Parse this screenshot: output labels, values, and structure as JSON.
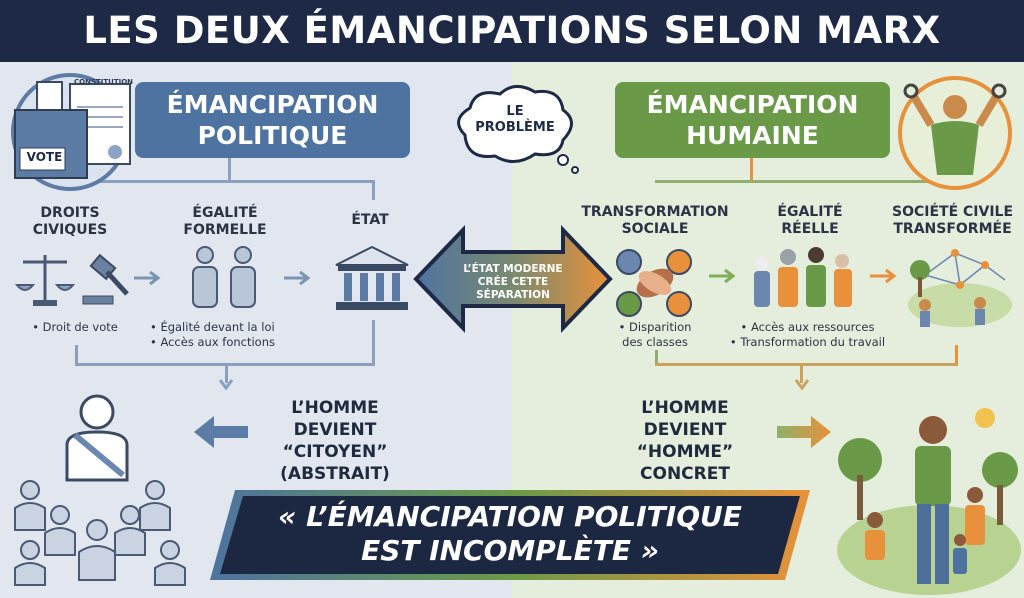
{
  "header": {
    "title": "LES DEUX ÉMANCIPATIONS SELON MARX"
  },
  "left": {
    "title_line1": "ÉMANCIPATION",
    "title_line2": "POLITIQUE",
    "icon_labels": {
      "vote": "VOTE",
      "constitution": "CONSTITUTION"
    },
    "columns": [
      {
        "heading1": "DROITS",
        "heading2": "CIVIQUES",
        "icon": "scales-gavel-icon",
        "bullets": [
          "• Droit de vote"
        ]
      },
      {
        "heading1": "ÉGALITÉ",
        "heading2": "FORMELLE",
        "icon": "two-people-icon",
        "bullets": [
          "• Égalité devant la loi",
          "• Accès aux fonctions"
        ]
      },
      {
        "heading1": "ÉTAT",
        "heading2": "",
        "icon": "state-building-icon",
        "bullets": []
      }
    ],
    "result": {
      "line1": "L’HOMME DEVIENT",
      "line2": "“CITOYEN”",
      "line3": "(ABSTRAIT)"
    },
    "color": "#4e73a0"
  },
  "center": {
    "cloud_line1": "LE",
    "cloud_line2": "PROBLÈME",
    "arrow_line1": "L’ÉTAT MODERNE",
    "arrow_line2": "CRÉE CETTE",
    "arrow_line3": "SÉPARATION"
  },
  "right": {
    "title_line1": "ÉMANCIPATION",
    "title_line2": "HUMAINE",
    "columns": [
      {
        "heading1": "TRANSFORMATION",
        "heading2": "SOCIALE",
        "icon": "joined-hands-icon",
        "bullets": [
          "• Disparition",
          "des classes"
        ]
      },
      {
        "heading1": "ÉGALITÉ",
        "heading2": "RÉELLE",
        "icon": "diverse-people-icon",
        "bullets": [
          "• Accès aux ressources",
          "• Transformation du travail"
        ]
      },
      {
        "heading1": "SOCIÉTÉ CIVILE",
        "heading2": "TRANSFORMÉE",
        "icon": "community-network-icon",
        "bullets": []
      }
    ],
    "result": {
      "line1": "L’HOMME DEVIENT",
      "line2": "“HOMME”",
      "line3": "CONCRET"
    },
    "color": "#6a9a48"
  },
  "banner": {
    "line1": "« L’ÉMANCIPATION POLITIQUE",
    "line2": "EST INCOMPLÈTE »"
  },
  "colors": {
    "header": "#1e2a45",
    "accent_orange": "#e8913a",
    "banner": "#1c2742"
  }
}
